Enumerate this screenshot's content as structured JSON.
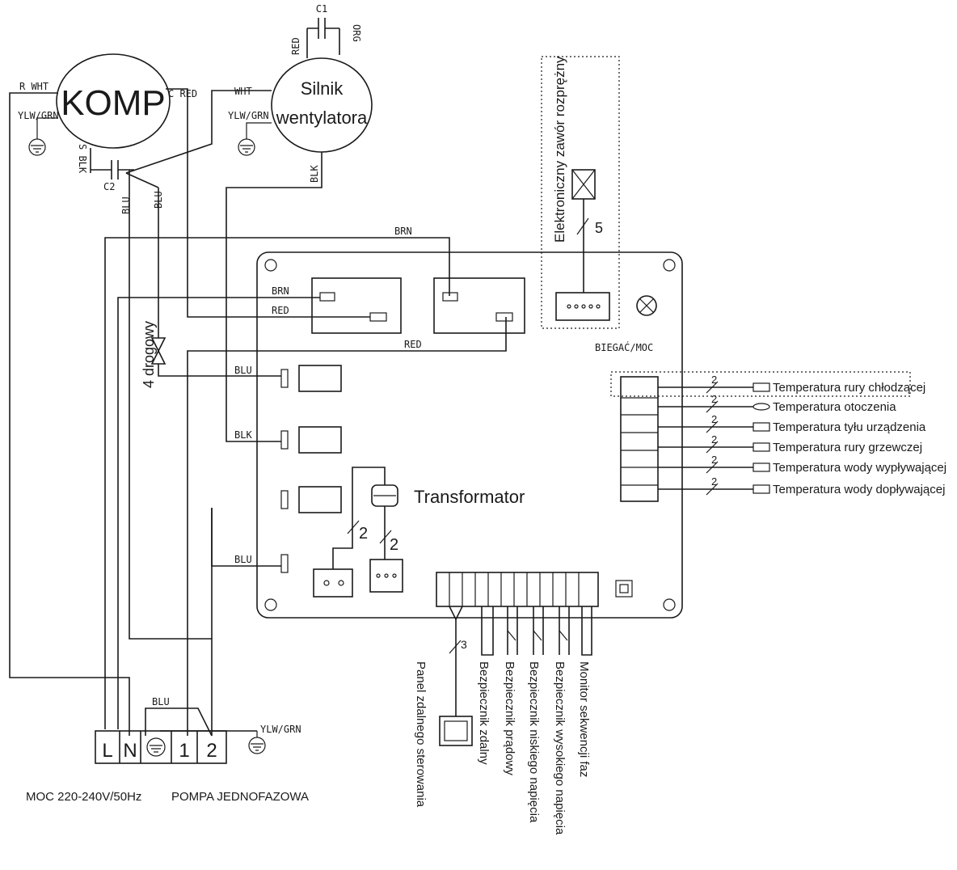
{
  "components": {
    "compressor": "KOMP",
    "fan_motor_line1": "Silnik",
    "fan_motor_line2": "wentylatora",
    "four_way_valve": "4 drogowy",
    "expansion_valve": "Elektroniczny zawór rozprężny",
    "transformer": "Transformator",
    "run_power": "BIEGAĆ/MOC",
    "capacitor1": "C1",
    "capacitor2": "C2"
  },
  "wire_labels": {
    "r_wht": "R WHT",
    "c_red": "C RED",
    "s_blk": "S BLK",
    "ylw_grn": "YLW/GRN",
    "wht": "WHT",
    "red": "RED",
    "org": "ORG",
    "blk": "BLK",
    "blu": "BLU",
    "brn": "BRN"
  },
  "counts": {
    "five": "5",
    "two": "2",
    "three": "3"
  },
  "sensors": [
    "Temperatura rury chłodzącej",
    "Temperatura otoczenia",
    "Temperatura tyłu urządzenia",
    "Temperatura rury grzewczej",
    "Temperatura wody wypływającej",
    "Temperatura wody dopływającej"
  ],
  "bottom_labels": [
    "Panel zdalnego sterowania",
    "Bezpiecznik zdalny",
    "Bezpiecznik prądowy",
    "Bezpiecznik niskiego napięcia",
    "Bezpiecznik wysokiego napięcia",
    "Monitor sekwencji faz"
  ],
  "terminals": [
    "L",
    "N",
    "1",
    "2"
  ],
  "power_label": "MOC 220-240V/50Hz",
  "pump_label": "POMPA JEDNOFAZOWA"
}
